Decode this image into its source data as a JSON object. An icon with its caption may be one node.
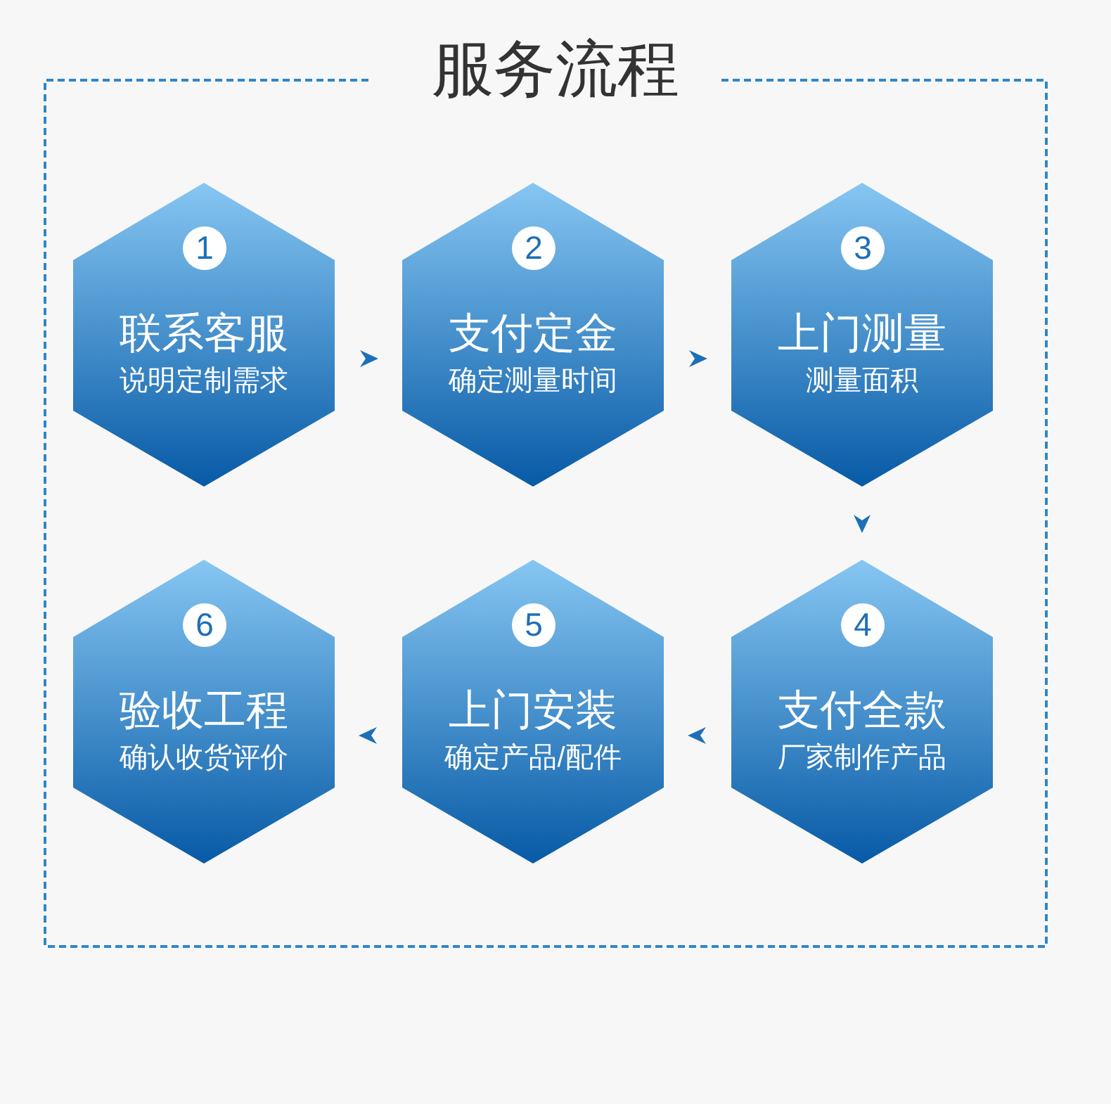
{
  "diagram": {
    "title": "服务流程",
    "nodes": [
      {
        "text": [
          "1",
          "联系客服",
          "说明定制需求"
        ]
      },
      {
        "text": [
          "2",
          "支付定金",
          "确定测量时间"
        ]
      },
      {
        "text": [
          "3",
          "上门测量",
          "测量面积"
        ]
      },
      {
        "text": [
          "4",
          "支付全款",
          "厂家制作产品"
        ]
      },
      {
        "text": [
          "5",
          "上门安装",
          "确定产品/配件"
        ]
      },
      {
        "text": [
          "6",
          "验收工程",
          "确认收货评价"
        ]
      }
    ],
    "edges": [
      {
        "from": 0,
        "to": 1,
        "arrow": "to"
      },
      {
        "from": 1,
        "to": 2,
        "arrow": "to"
      },
      {
        "from": 2,
        "to": 3,
        "arrow": "to"
      },
      {
        "from": 3,
        "to": 4,
        "arrow": "to"
      },
      {
        "from": 4,
        "to": 5,
        "arrow": "to"
      }
    ]
  }
}
